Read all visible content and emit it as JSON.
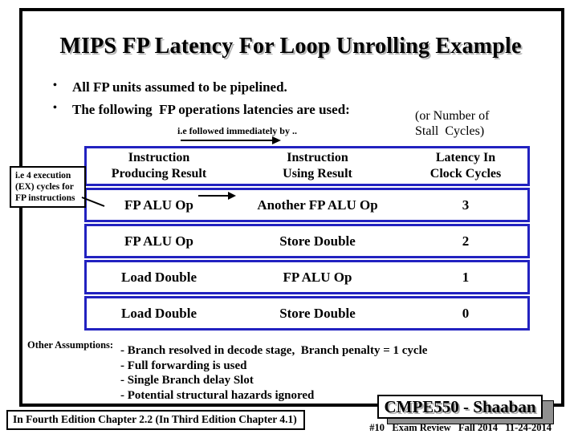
{
  "slide": {
    "title": "MIPS FP Latency For Loop Unrolling Example",
    "bullet_char": "•",
    "bullets": [
      "All FP units assumed to be pipelined.",
      "The following  FP operations latencies are used:"
    ],
    "stall_note": "(or Number of\nStall  Cycles)",
    "arrow_label": "i.e followed immediately by ..",
    "ex_cycles_note": "i.e 4 execution\n(EX) cycles for\nFP instructions"
  },
  "latency_table": {
    "headers": [
      {
        "line1": "Instruction",
        "line2": "Producing Result"
      },
      {
        "line1": "Instruction",
        "line2": "Using Result"
      },
      {
        "line1": "Latency In",
        "line2": "Clock Cycles"
      }
    ],
    "rows": [
      {
        "producing": "FP ALU Op",
        "using": "Another FP ALU Op",
        "latency": "3"
      },
      {
        "producing": "FP ALU Op",
        "using": "Store Double",
        "latency": "2"
      },
      {
        "producing": "Load Double",
        "using": "FP ALU Op",
        "latency": "1"
      },
      {
        "producing": "Load Double",
        "using": "Store Double",
        "latency": "0"
      }
    ]
  },
  "assumptions": {
    "label": "Other Assumptions:",
    "items": [
      "- Branch resolved in decode stage,  Branch penalty = 1 cycle",
      "- Full forwarding is used",
      "- Single Branch delay Slot",
      "- Potential structural hazards ignored"
    ]
  },
  "footer": {
    "reference": "In Fourth Edition Chapter 2.2 (In Third Edition Chapter 4.1)",
    "course_badge": "CMPE550 - Shaaban",
    "page_info": "#10   Exam Review   Fall 2014   11-24-2014"
  },
  "colors": {
    "table_border": "#2222c0",
    "text": "#000000",
    "shadow": "#a8a8a8"
  }
}
